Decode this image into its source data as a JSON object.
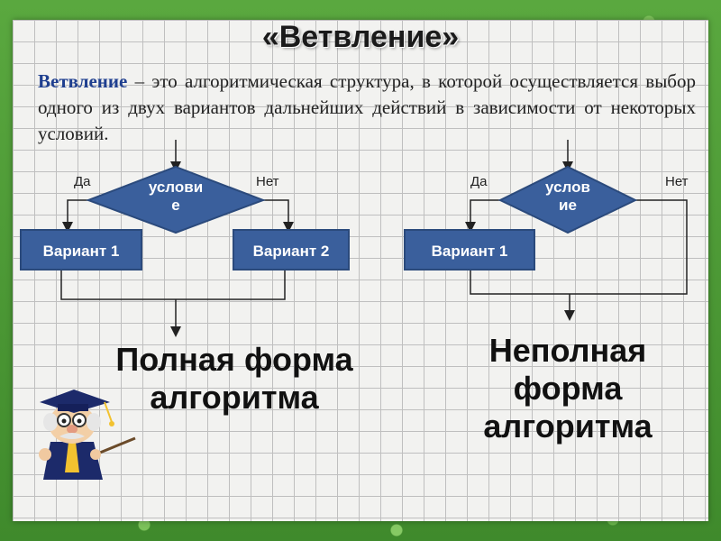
{
  "title": "«Ветвление»",
  "definition": {
    "term": "Ветвление",
    "text": " – это алгоритмическая структура, в которой осуществляется выбор одного из двух вариантов дальнейших действий в зависимости от некоторых условий."
  },
  "full_form": {
    "yes_label": "Да",
    "no_label": "Нет",
    "condition_line1": "услови",
    "condition_line2": "е",
    "option1": "Вариант 1",
    "option2": "Вариант 2",
    "caption_line1": "Полная форма",
    "caption_line2": "алгоритма"
  },
  "partial_form": {
    "yes_label": "Да",
    "no_label": "Нет",
    "condition_line1": "услов",
    "condition_line2": "ие",
    "option1": "Вариант 1",
    "caption_line1": "Неполная",
    "caption_line2": "форма",
    "caption_line3": "алгоритма"
  },
  "colors": {
    "box_fill": "#3a5f9c",
    "frame_green": "#4f9b37"
  },
  "icons": {
    "mascot": "professor-mascot-icon"
  }
}
